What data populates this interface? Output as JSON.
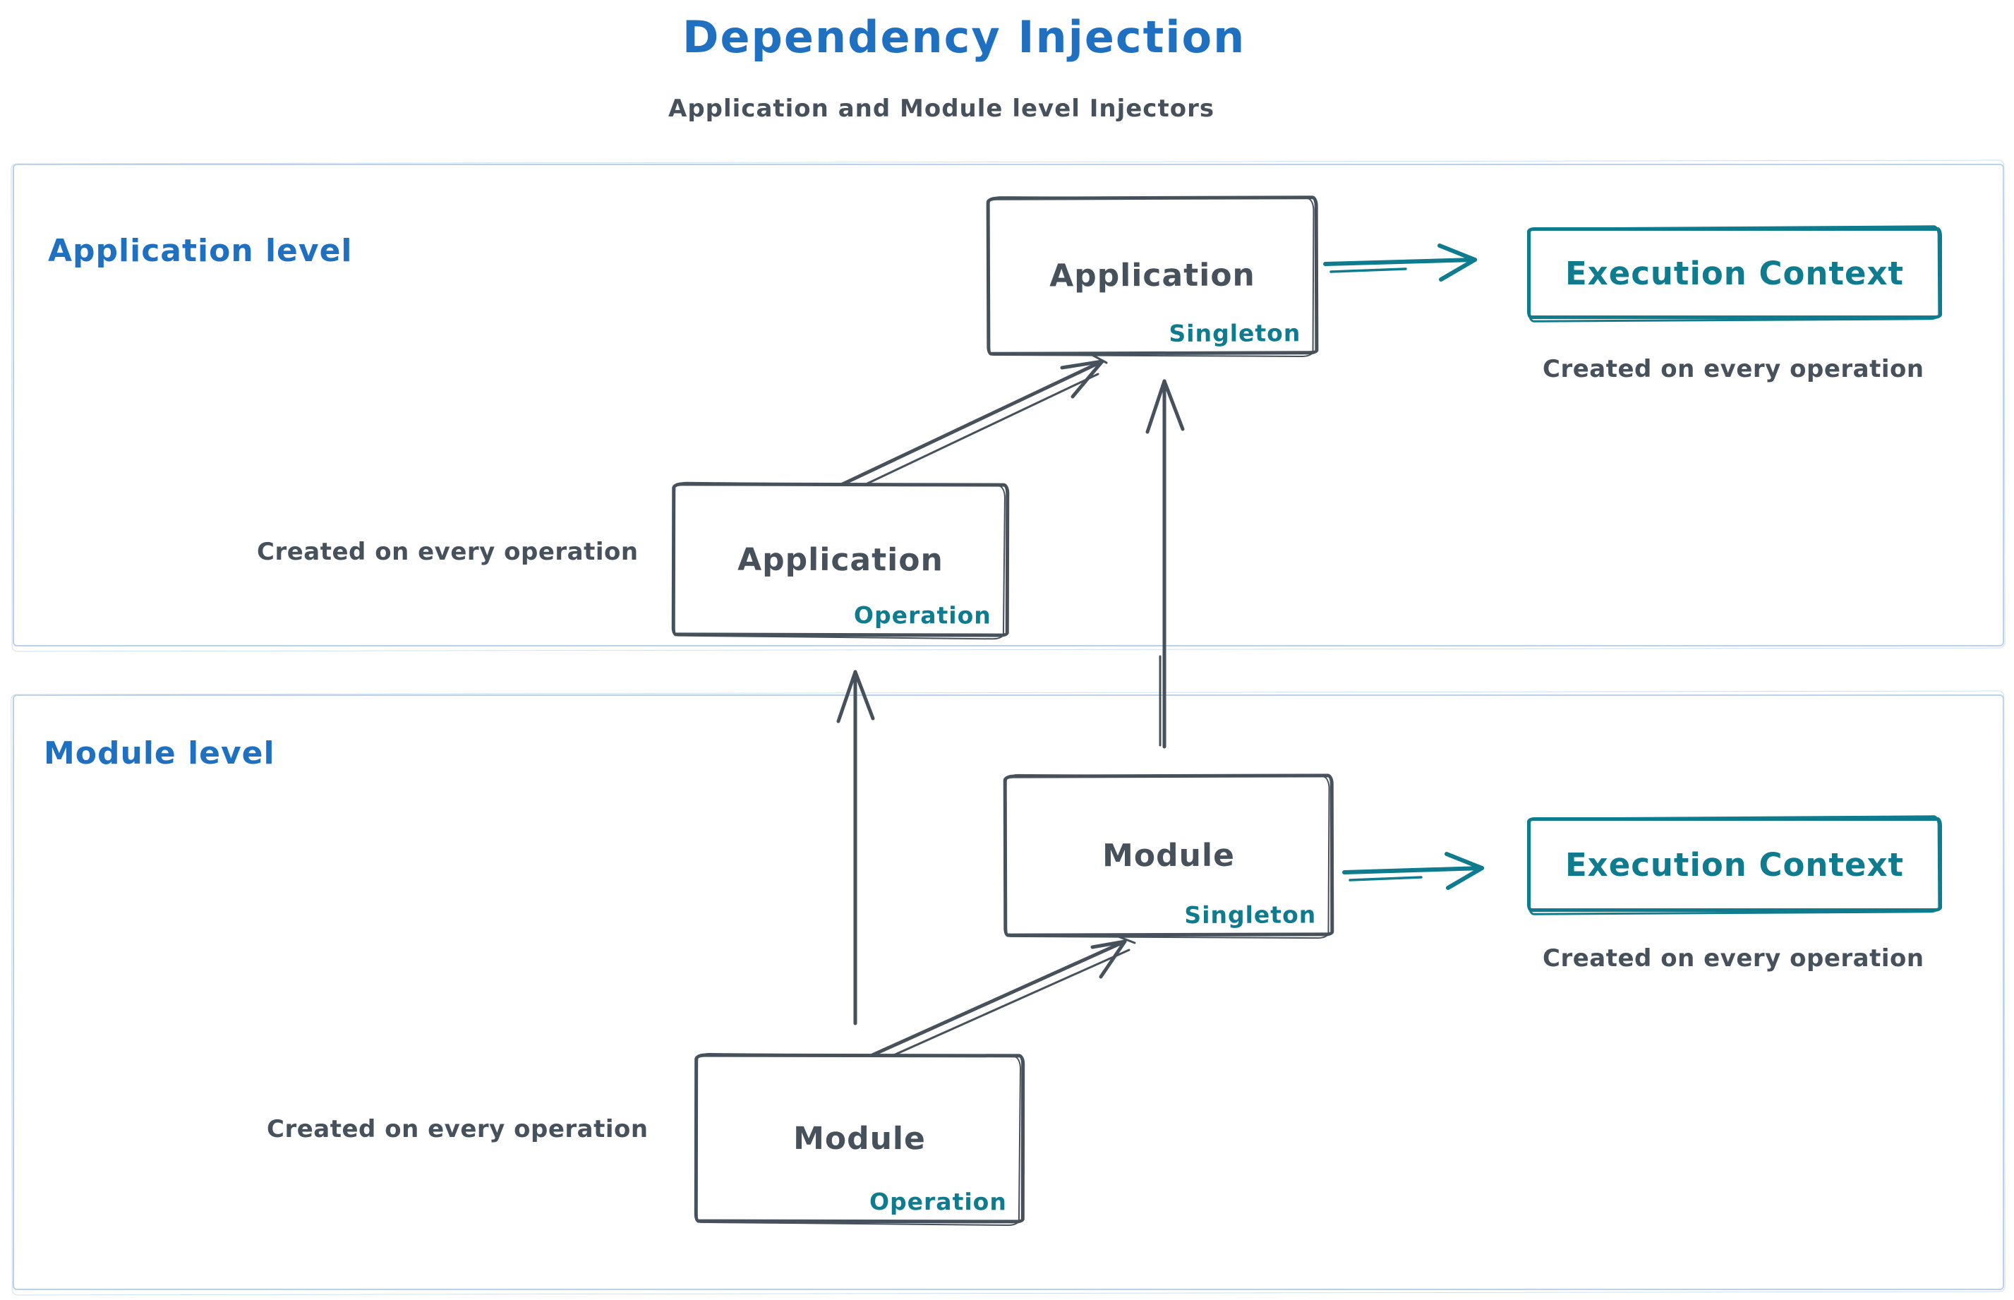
{
  "title": "Dependency Injection",
  "subtitle": "Application and Module level Injectors",
  "colors": {
    "title_blue": "#1f70c1",
    "ink_dark_slate": "#47515c",
    "teal": "#0e7b8e",
    "container_border_blue": "#b9d1ec",
    "background": "#ffffff"
  },
  "application_level": {
    "label": "Application level",
    "singleton_box": {
      "title": "Application",
      "subtitle": "Singleton"
    },
    "operation_box": {
      "title": "Application",
      "subtitle": "Operation"
    },
    "operation_caption": "Created on every operation",
    "execution_context": {
      "label": "Execution Context",
      "caption": "Created on every operation"
    }
  },
  "module_level": {
    "label": "Module level",
    "singleton_box": {
      "title": "Module",
      "subtitle": "Singleton"
    },
    "operation_box": {
      "title": "Module",
      "subtitle": "Operation"
    },
    "operation_caption": "Created on every operation",
    "execution_context": {
      "label": "Execution Context",
      "caption": "Created on every operation"
    }
  }
}
